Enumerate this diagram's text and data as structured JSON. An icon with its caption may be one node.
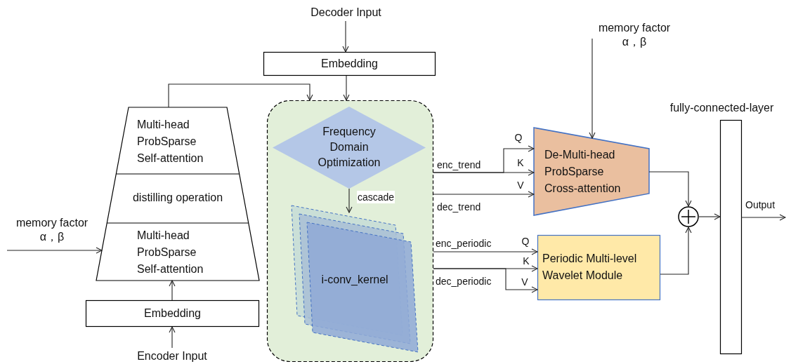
{
  "diagram": {
    "nodes": [
      {
        "text": [
          "Decoder Input"
        ]
      },
      {
        "text": [
          "Embedding"
        ]
      },
      {
        "text": [
          "Multi-head ProbSparse Self-attention",
          "distilling operation",
          "Multi-head ProbSparse Self-attention"
        ]
      },
      {
        "text": [
          "Embedding"
        ]
      },
      {
        "text": [
          "Encoder Input"
        ]
      },
      {
        "text": [],
        "shape": "box"
      },
      {
        "text": [
          "Frequency Domain Optimization"
        ],
        "in": 5
      },
      {
        "text": [
          "i-conv_kernel"
        ],
        "in": 5
      },
      {
        "text": [
          "De-Multi-head ProbSparse Cross-attention"
        ]
      },
      {
        "text": [
          "Periodic Multi-level Wavelet Module"
        ]
      },
      {
        "text": [],
        "shape": "circle"
      },
      {
        "text": [
          "fully-connected-layer"
        ]
      },
      {
        "text": [
          "memory factor α，β"
        ]
      },
      {
        "text": [
          "memory factor α，β"
        ]
      }
    ],
    "edges": [
      {
        "from": 0,
        "to": 1,
        "arrow": "to"
      },
      {
        "from": 1,
        "to": 5,
        "arrow": "to"
      },
      {
        "from": 2,
        "to": 5,
        "arrow": "to"
      },
      {
        "from": 3,
        "to": 2,
        "arrow": "to"
      },
      {
        "from": 4,
        "to": 3,
        "arrow": "to"
      },
      {
        "from": 13,
        "to": 2,
        "arrow": "to"
      },
      {
        "from": 6,
        "to": 7,
        "arrow": "to",
        "label": "cascade"
      },
      {
        "from": 5,
        "to": 8,
        "arrow": "to",
        "label": "enc_trend"
      },
      {
        "from": 5,
        "to": 8,
        "arrow": "to"
      },
      {
        "from": 5,
        "to": 8,
        "arrow": "to",
        "label": "dec_trend"
      },
      {
        "from": 5,
        "to": 9,
        "arrow": "to",
        "label": "enc_periodic"
      },
      {
        "from": 5,
        "to": 9,
        "arrow": "to",
        "label": "dec_periodic"
      },
      {
        "from": 5,
        "to": 9,
        "arrow": "to"
      },
      {
        "from": 12,
        "to": 8,
        "arrow": "to"
      },
      {
        "from": 8,
        "to": 10,
        "arrow": "to"
      },
      {
        "from": 9,
        "to": 10,
        "arrow": "to"
      },
      {
        "from": 10,
        "to": 11,
        "arrow": "to"
      },
      {
        "from": 11,
        "to": null,
        "arrow": "to",
        "label": "Output"
      }
    ],
    "labels": [
      "Q",
      "K",
      "V",
      "Q",
      "K",
      "V"
    ]
  }
}
